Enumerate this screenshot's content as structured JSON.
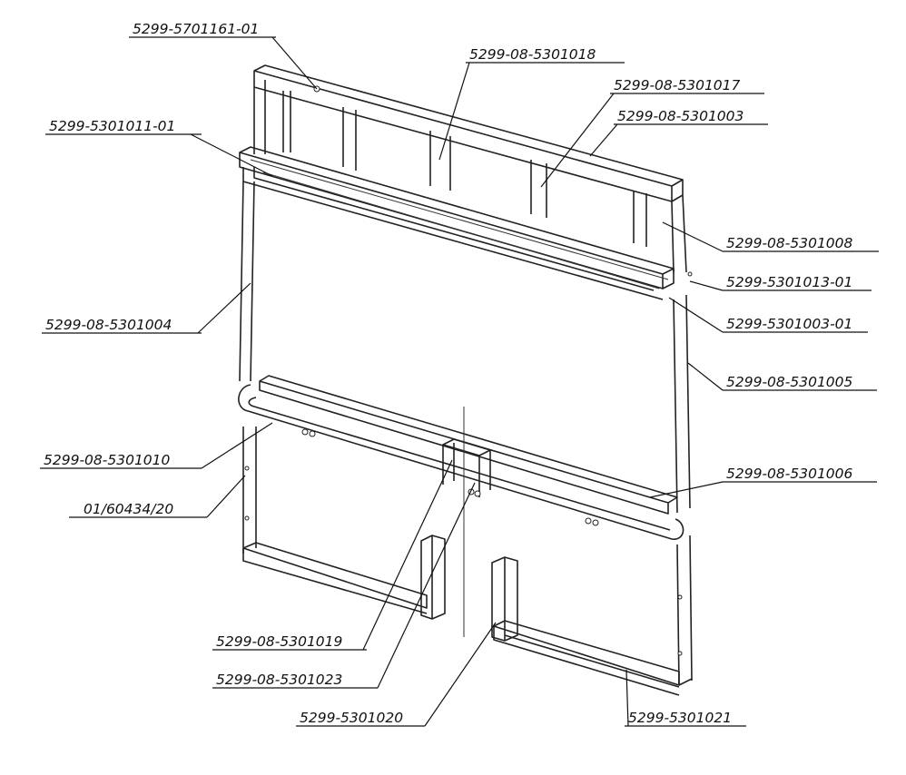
{
  "callouts": [
    {
      "id": "c1",
      "text": "5299-5701161-01"
    },
    {
      "id": "c2",
      "text": "5299-08-5301018"
    },
    {
      "id": "c3",
      "text": "5299-08-5301017"
    },
    {
      "id": "c4",
      "text": "5299-08-5301003"
    },
    {
      "id": "c5",
      "text": "5299-5301011-01"
    },
    {
      "id": "c6",
      "text": "5299-08-5301008"
    },
    {
      "id": "c7",
      "text": "5299-5301013-01"
    },
    {
      "id": "c8",
      "text": "5299-08-5301004"
    },
    {
      "id": "c9",
      "text": "5299-5301003-01"
    },
    {
      "id": "c10",
      "text": "5299-08-5301005"
    },
    {
      "id": "c11",
      "text": "5299-08-5301010"
    },
    {
      "id": "c12",
      "text": "5299-08-5301006"
    },
    {
      "id": "c13",
      "text": "01/60434/20"
    },
    {
      "id": "c14",
      "text": "5299-08-5301019"
    },
    {
      "id": "c15",
      "text": "5299-08-5301023"
    },
    {
      "id": "c16",
      "text": "5299-5301020"
    },
    {
      "id": "c17",
      "text": "5299-5301021"
    }
  ]
}
